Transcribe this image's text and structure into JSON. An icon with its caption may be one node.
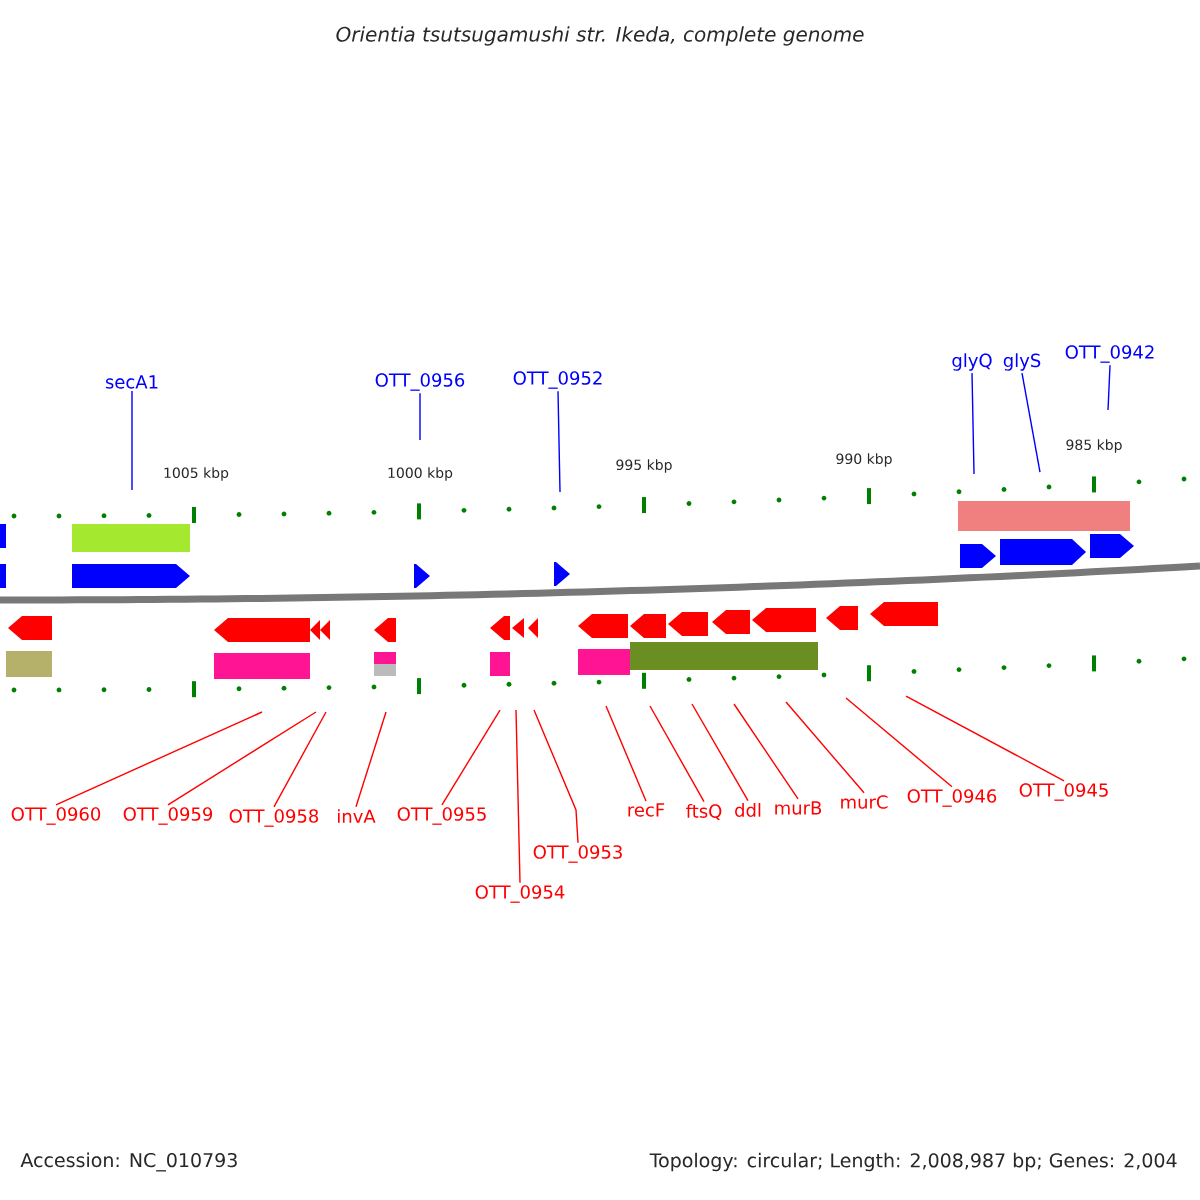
{
  "diagram": {
    "title": "Orientia tsutsugamushi str. Ikeda, complete genome",
    "nodes": [
      {
        "text": [
          "secA1"
        ]
      },
      {
        "text": [
          "OTT_0956"
        ]
      },
      {
        "text": [
          "OTT_0952"
        ]
      },
      {
        "text": [
          "glyQ"
        ]
      },
      {
        "text": [
          "glyS"
        ]
      },
      {
        "text": [
          "OTT_0942"
        ]
      },
      {
        "text": [
          "OTT_0960"
        ]
      },
      {
        "text": [
          "OTT_0959"
        ]
      },
      {
        "text": [
          "OTT_0958"
        ]
      },
      {
        "text": [
          "invA"
        ]
      },
      {
        "text": [
          "OTT_0955"
        ]
      },
      {
        "text": [
          "OTT_0954"
        ]
      },
      {
        "text": [
          "OTT_0953"
        ]
      },
      {
        "text": [
          "recF"
        ]
      },
      {
        "text": [
          "ftsQ"
        ]
      },
      {
        "text": [
          "ddl"
        ]
      },
      {
        "text": [
          "murB"
        ]
      },
      {
        "text": [
          "murC"
        ]
      },
      {
        "text": [
          "OTT_0946"
        ]
      },
      {
        "text": [
          "OTT_0945"
        ]
      }
    ],
    "edges": [
      {
        "from": 0,
        "to": null,
        "arrow": "none",
        "color": "#0000ff"
      },
      {
        "from": 1,
        "to": null,
        "arrow": "none",
        "color": "#0000ff"
      },
      {
        "from": 2,
        "to": null,
        "arrow": "none",
        "color": "#0000ff"
      },
      {
        "from": 3,
        "to": null,
        "arrow": "none",
        "color": "#0000ff"
      },
      {
        "from": 4,
        "to": null,
        "arrow": "none",
        "color": "#0000ff"
      },
      {
        "from": 5,
        "to": null,
        "arrow": "none",
        "color": "#0000ff"
      },
      {
        "from": 6,
        "to": null,
        "arrow": "none"
      },
      {
        "from": 7,
        "to": null,
        "arrow": "none"
      },
      {
        "from": 8,
        "to": null,
        "arrow": "none"
      },
      {
        "from": 9,
        "to": null,
        "arrow": "none"
      },
      {
        "from": 10,
        "to": null,
        "arrow": "none"
      },
      {
        "from": 11,
        "to": null,
        "arrow": "none"
      },
      {
        "from": 12,
        "to": null,
        "arrow": "none"
      },
      {
        "from": 13,
        "to": null,
        "arrow": "none"
      },
      {
        "from": 14,
        "to": null,
        "arrow": "none"
      },
      {
        "from": 15,
        "to": null,
        "arrow": "none"
      },
      {
        "from": 16,
        "to": null,
        "arrow": "none"
      },
      {
        "from": 17,
        "to": null,
        "arrow": "none"
      },
      {
        "from": 18,
        "to": null,
        "arrow": "none"
      },
      {
        "from": 19,
        "to": null,
        "arrow": "none"
      }
    ],
    "labels": [
      "1005 kbp",
      "1000 kbp",
      "995 kbp",
      "990 kbp",
      "985 kbp",
      "Accession: NC_010793",
      "Topology: circular; Length: 2,008,987 bp; Genes: 2,004"
    ]
  }
}
